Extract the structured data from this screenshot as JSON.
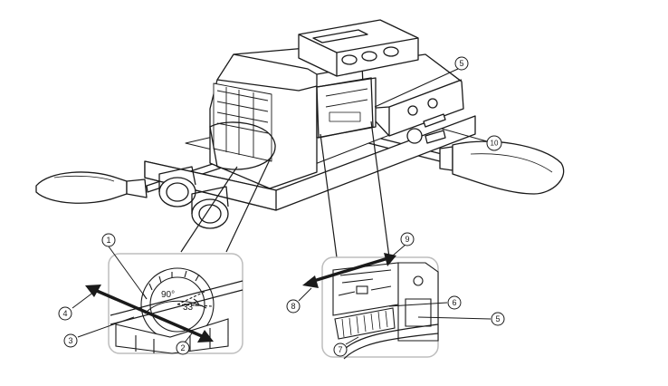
{
  "callouts": {
    "c1": "1",
    "c2": "2",
    "c3": "3",
    "c4": "4",
    "c5_top": "5",
    "c5_bottom": "5",
    "c6": "6",
    "c7": "7",
    "c8": "8",
    "c9": "9",
    "c10": "10"
  },
  "angles": {
    "a90": "90°",
    "a33": "33°"
  },
  "colors": {
    "line": "#1a1a1a",
    "fill": "#ffffff",
    "detail_border": "#bdbdbd",
    "arrow": "#1a1a1a"
  }
}
